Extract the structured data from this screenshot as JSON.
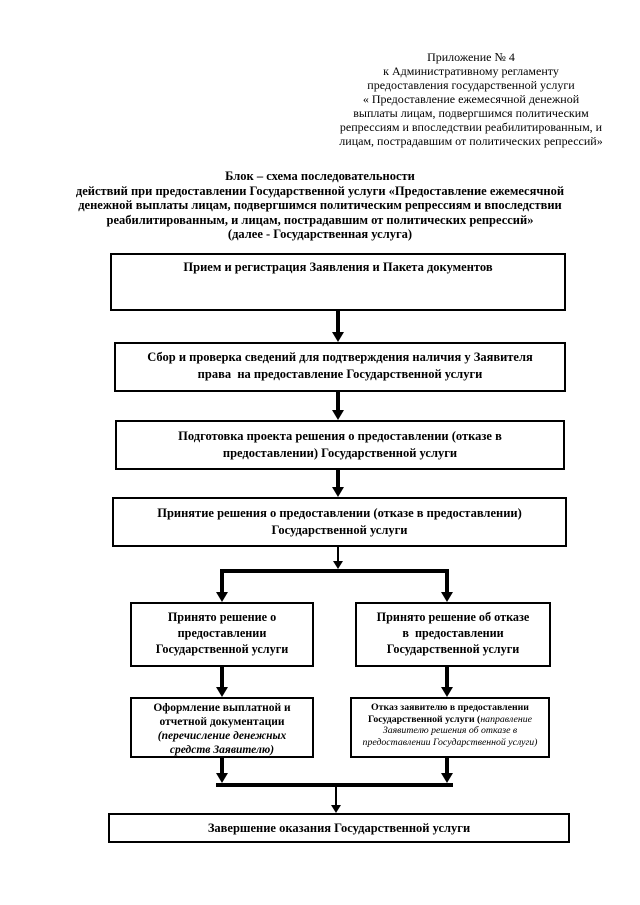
{
  "palette": {
    "ink": "#000000",
    "paper": "#ffffff"
  },
  "header_note": {
    "text": "Приложение № 4\nк Административному регламенту\nпредоставления государственной услуги\n« Предоставление ежемесячной денежной\nвыплаты лицам, подвергшимся политическим\nрепрессиям и впоследствии реабилитированным, и\nлицам, пострадавшим от политических репрессий»"
  },
  "title": {
    "text": "Блок – схема последовательности\nдействий при предоставлении Государственной услуги «Предоставление ежемесячной\nденежной выплаты лицам, подвергшимся политическим репрессиям и впоследствии\nреабилитированным, и лицам, пострадавшим от политических репрессий»\n(далее - Государственная услуга)"
  },
  "flowchart": {
    "step1": {
      "label": "Прием и регистрация Заявления и Пакета документов"
    },
    "step2": {
      "label": "Сбор и проверка сведений для подтверждения наличия у Заявителя\nправа  на предоставление Государственной услуги"
    },
    "step3": {
      "label": "Подготовка проекта решения о предоставлении (отказе в\nпредоставлении) Государственной услуги"
    },
    "step4": {
      "label": "Принятие решения о предоставлении (отказе в предоставлении)\nГосударственной услуги"
    },
    "step5": {
      "label": "Принято решение о\nпредоставлении\nГосударственной услуги"
    },
    "step6": {
      "label": "Принято решение об отказе\nв  предоставлении\nГосударственной услуги"
    },
    "step7": {
      "main": "Оформление выплатной и\nотчетной документации",
      "italic": "(перечисление денежных\nсредств Заявителю)"
    },
    "step8": {
      "main": "Отказ заявителю в предоставлении Государственной услуги (",
      "italic": "направление Заявителю решения об отказе в предоставлении Государственной услуги)"
    },
    "step9": {
      "label": "Завершение оказания Государственной услуги"
    }
  }
}
